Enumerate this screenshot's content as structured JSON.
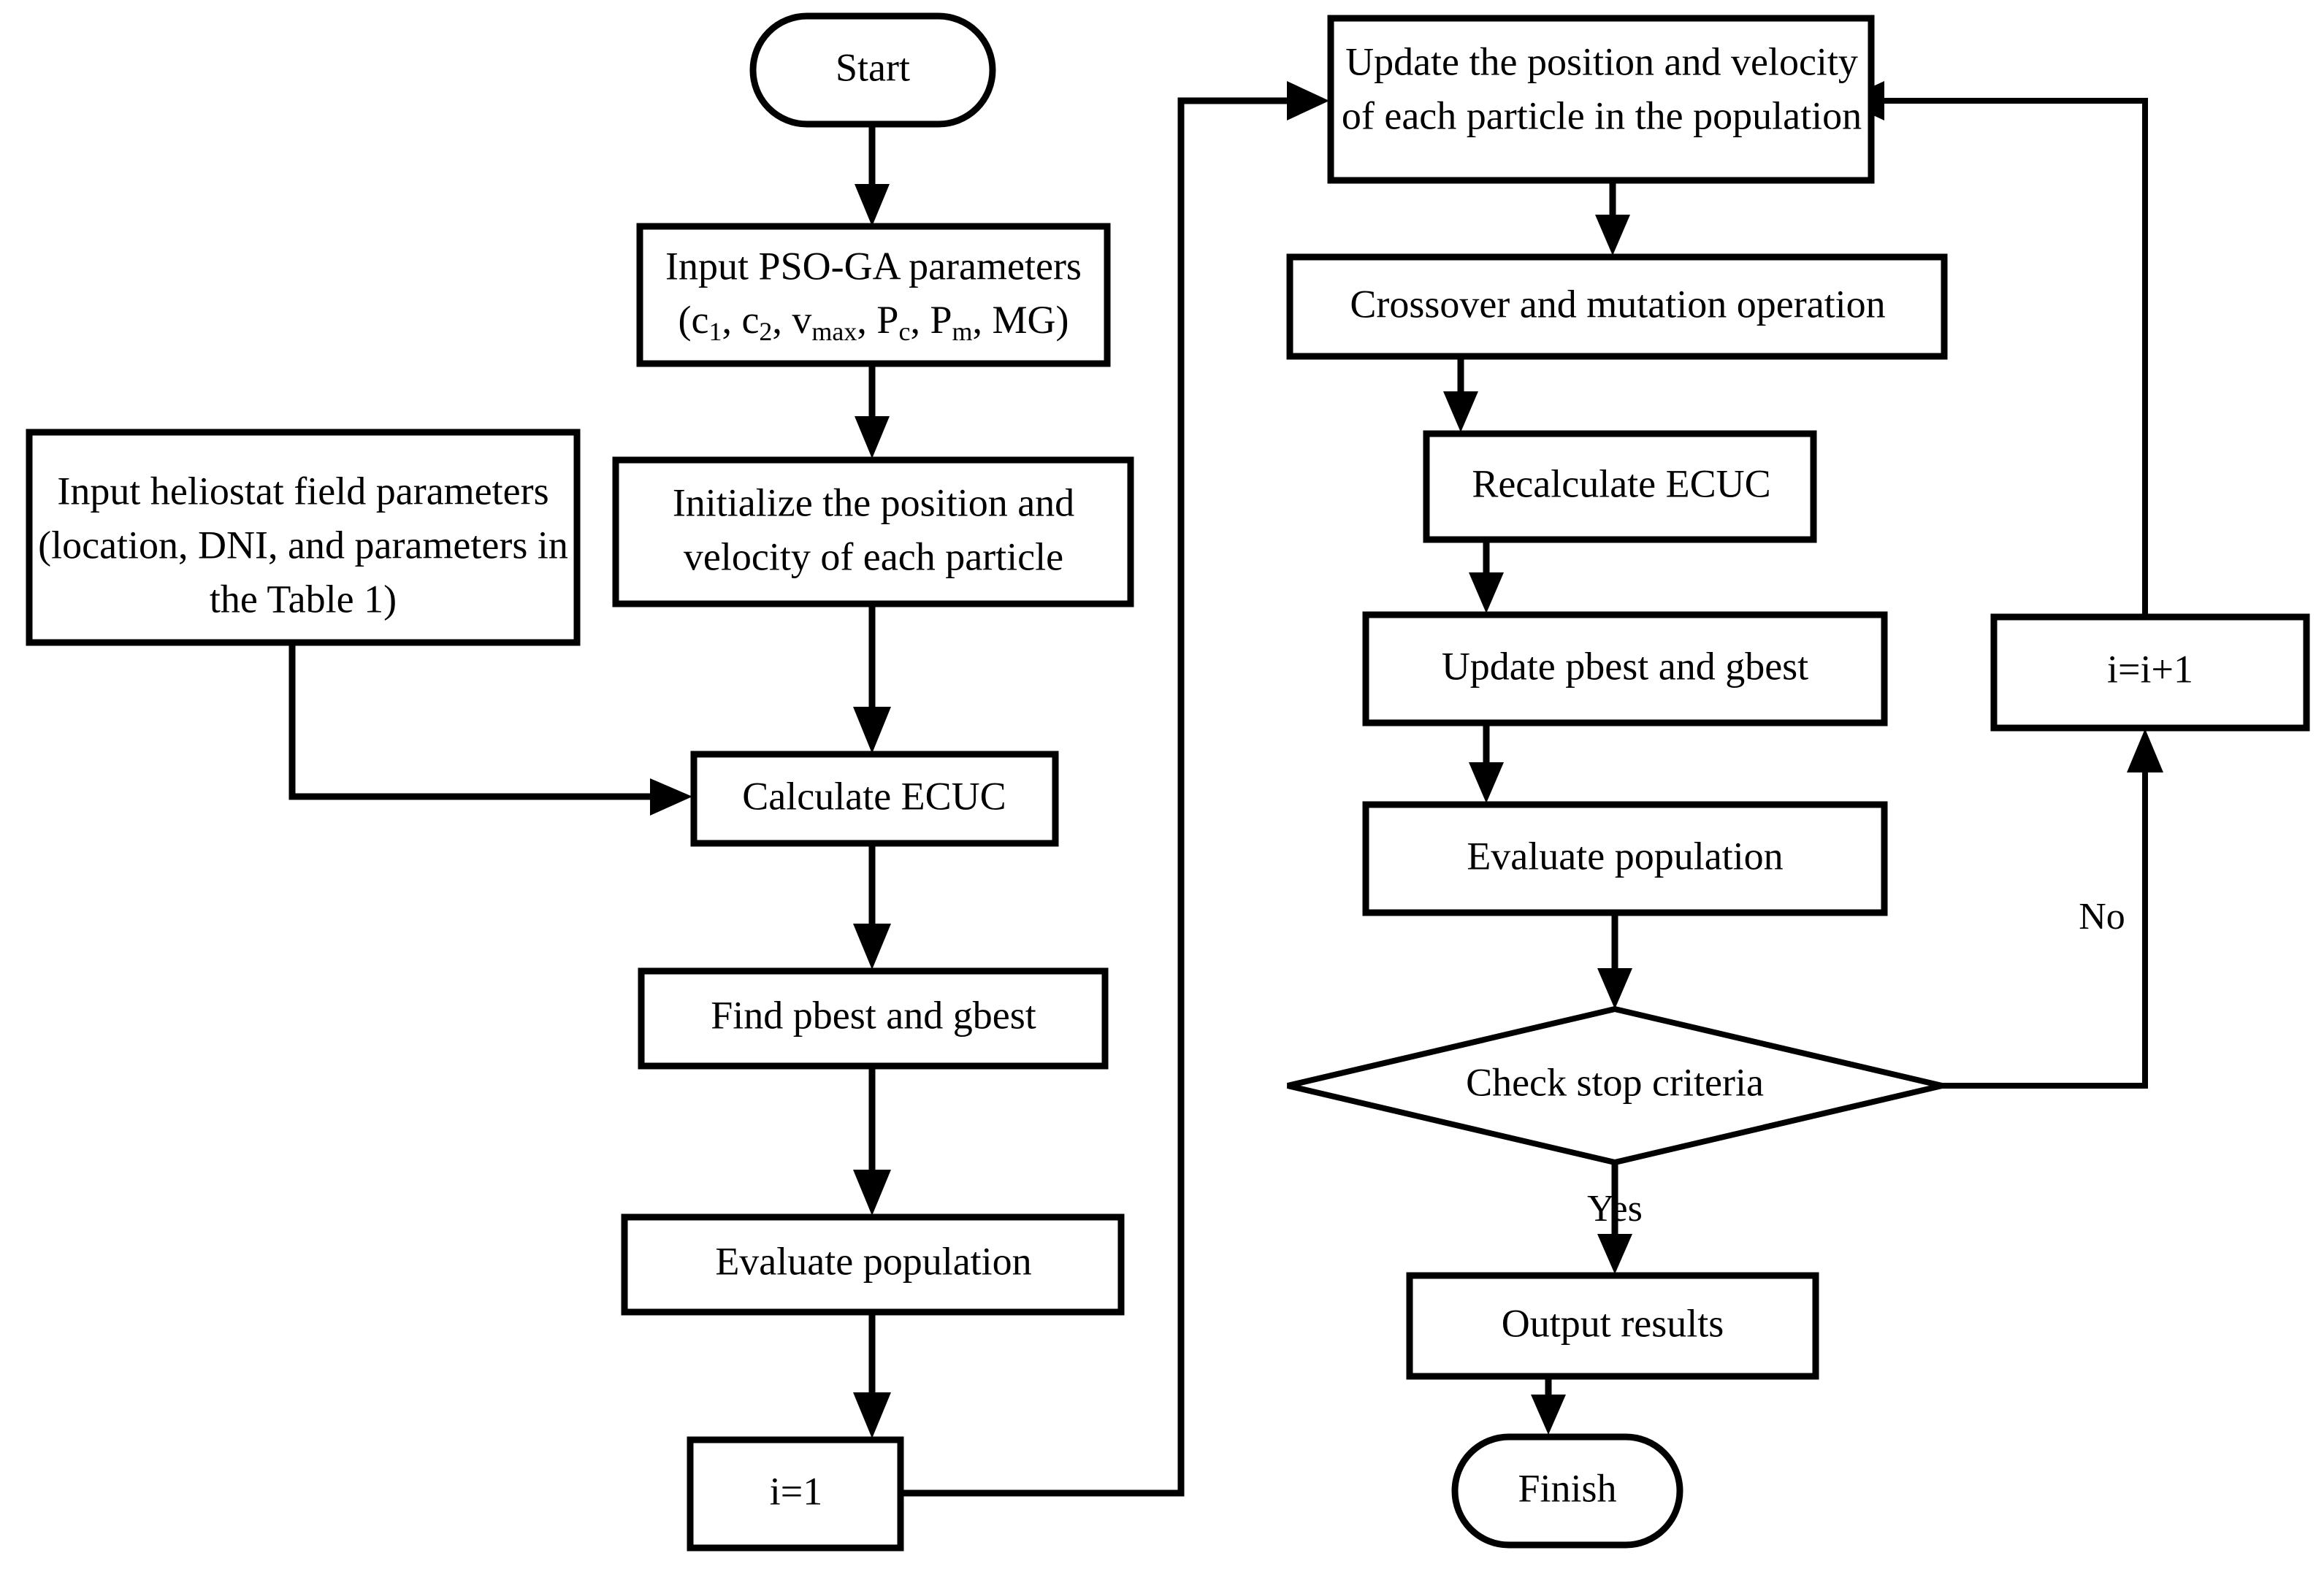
{
  "diagram": {
    "type": "flowchart",
    "title": "PSO-GA heliostat field optimization flowchart",
    "colors": {
      "stroke": "#000000",
      "fill": "#ffffff",
      "text": "#000000"
    },
    "nodes": {
      "start": {
        "label": "Start",
        "shape": "terminator"
      },
      "input_params": {
        "line1": "Input PSO-GA parameters",
        "line2_prefix": "(c",
        "line2_sub1": "1",
        "line2_mid1": ", c",
        "line2_sub2": "2",
        "line2_mid2": ", v",
        "line2_sub3": "max",
        "line2_mid3": ", P",
        "line2_sub4": "c",
        "line2_mid4": ", P",
        "line2_sub5": "m",
        "line2_suffix": ", MG)",
        "plain": "(c1, c2, vmax, Pc, Pm, MG)",
        "shape": "process"
      },
      "input_heliostat": {
        "line1": "Input heliostat field parameters",
        "line2": "(location, DNI, and parameters in",
        "line3": "the Table 1)",
        "shape": "process"
      },
      "initialize": {
        "line1": "Initialize the position and",
        "line2": "velocity of each particle",
        "shape": "process"
      },
      "calculate_ecuc": {
        "label": "Calculate ECUC",
        "shape": "process"
      },
      "find_best": {
        "label": "Find pbest and gbest",
        "shape": "process"
      },
      "evaluate_left": {
        "label": "Evaluate population",
        "shape": "process"
      },
      "i_equals_1": {
        "label": "i=1",
        "shape": "process"
      },
      "update_position": {
        "line1": "Update the position and velocity",
        "line2": "of each particle in the population",
        "shape": "process"
      },
      "crossover": {
        "label": "Crossover and mutation operation",
        "shape": "process"
      },
      "recalculate_ecuc": {
        "label": "Recalculate ECUC",
        "shape": "process"
      },
      "update_best": {
        "label": "Update pbest and gbest",
        "shape": "process"
      },
      "evaluate_right": {
        "label": "Evaluate population",
        "shape": "process"
      },
      "check_stop": {
        "label": "Check stop criteria",
        "shape": "decision"
      },
      "output_results": {
        "label": "Output results",
        "shape": "process"
      },
      "finish": {
        "label": "Finish",
        "shape": "terminator"
      },
      "increment": {
        "label": "i=i+1",
        "shape": "process"
      }
    },
    "edge_labels": {
      "yes": "Yes",
      "no": "No"
    }
  }
}
